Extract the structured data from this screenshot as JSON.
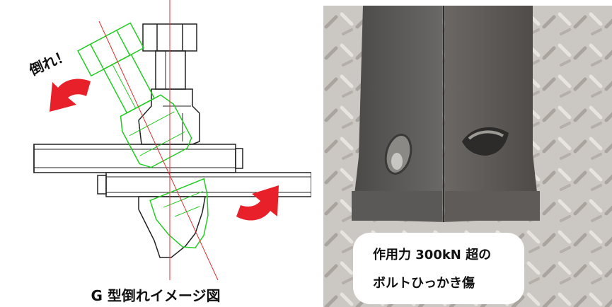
{
  "diagram": {
    "tilt_label": "倒れ！",
    "caption": "G 型倒れイメージ図",
    "colors": {
      "bolt_upright": "#222222",
      "bolt_tilted": "#22cc22",
      "axis": "#e03030",
      "arrow": "#e8202a"
    }
  },
  "photo": {
    "caption_line1": "作用力 300kN 超の",
    "caption_line2": "ボルトひっかき傷",
    "colors": {
      "steel": "#5a5856",
      "floor_plate": "#cbc7c2"
    }
  }
}
